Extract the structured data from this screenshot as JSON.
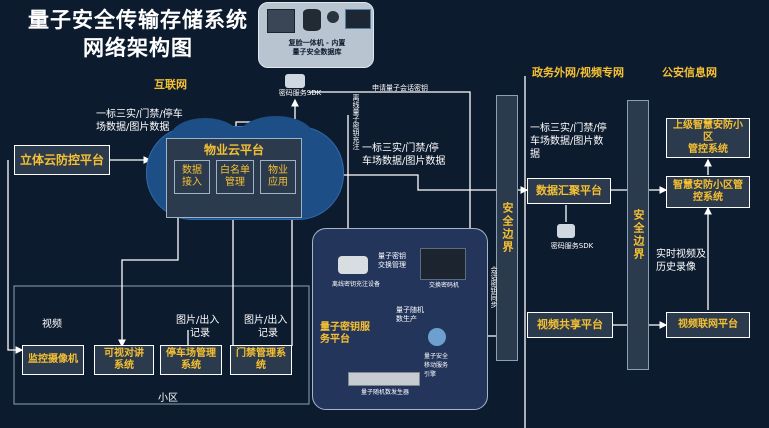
{
  "title": {
    "line1": "量子安全传输存储系统",
    "line2": "网络架构图"
  },
  "zones": {
    "internet": "互联网",
    "gov": "政务外网/视频专网",
    "police": "公安信息网",
    "community": "小区"
  },
  "top_device": {
    "label_line1": "复脸一体机 - 内置",
    "label_line2": "量子安全数据库",
    "sdk": "密码服务SDK"
  },
  "cloud": {
    "title": "物业云平台",
    "cells": [
      {
        "line1": "数据",
        "line2": "接入"
      },
      {
        "line1": "白名单",
        "line2": "管理"
      },
      {
        "line1": "物业",
        "line2": "应用"
      }
    ]
  },
  "left_platform": "立体云防控平台",
  "captions": {
    "left_data_line1": "一标三实/门禁/停车",
    "left_data_line2": "场数据/图片数据",
    "mid_data_line1": "一标三实/门禁/停",
    "mid_data_line2": "车场数据/图片数据",
    "right_data_line1": "一标三实/门禁/停",
    "right_data_line2": "车场数据/图片数",
    "right_data_line3": "据",
    "video": "视频",
    "img_record1_line1": "图片/出入",
    "img_record1_line2": "记录",
    "img_record2_line1": "图片/出入",
    "img_record2_line2": "记录",
    "realtime_line1": "实时视频及",
    "realtime_line2": "历史录像",
    "apply_key": "申请量子会话密钥",
    "key_note": "离线量子密钥充注",
    "session_key_sync": "会话密钥同步"
  },
  "community_boxes": [
    {
      "line1": "监控摄像机",
      "line2": ""
    },
    {
      "line1": "可视对讲",
      "line2": "系统"
    },
    {
      "line1": "停车场管理",
      "line2": "系统"
    },
    {
      "line1": "门禁管理系",
      "line2": "统"
    }
  ],
  "quantum_panel": {
    "title_line1": "量子密钥服",
    "title_line2": "务平台",
    "device_offline": "离线密钥充注设备",
    "key_exchange_line1": "量子密钥",
    "key_exchange_line2": "交换管理",
    "switch_machine": "交换密码机",
    "random_line1": "量子随机",
    "random_line2": "数生产",
    "engine_line1": "量子安全",
    "engine_line2": "移动服务",
    "engine_line3": "引擎",
    "generator": "量子随机数发生器"
  },
  "security_border": "安全边界",
  "gov_boxes": {
    "data_platform": "数据汇聚平台",
    "video_platform": "视频共享平台",
    "sdk": "密码服务SDK"
  },
  "police_boxes": {
    "upper_line1": "上级智慧安防小",
    "upper_line2": "区",
    "upper_line3": "管控系统",
    "smart_line1": "智慧安防小区管",
    "smart_line2": "控系统",
    "video_net": "视频联网平台"
  },
  "colors": {
    "background": "#0d1b2e",
    "accent": "#f5c033",
    "box": "#2c3a4d",
    "cloud": "#1e4e86"
  }
}
